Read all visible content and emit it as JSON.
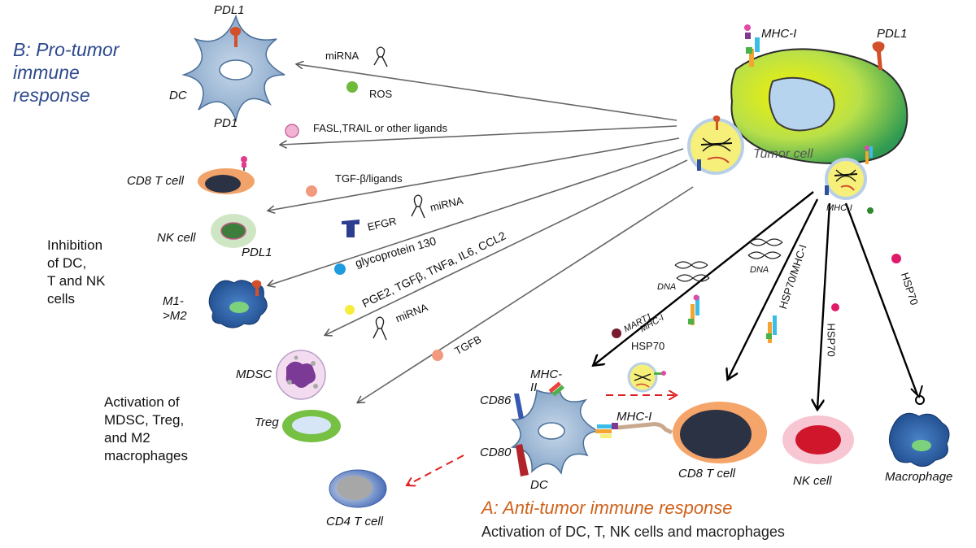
{
  "section_b": {
    "line1": "B: Pro-tumor",
    "line2": "immune",
    "line3": "response"
  },
  "section_a": {
    "title": "A: Anti-tumor immune response",
    "subtitle": "Activation of DC, T, NK cells and macrophages"
  },
  "side_text": {
    "inhibition": [
      "Inhibition",
      "of DC,",
      "T and NK",
      "cells"
    ],
    "activation": [
      "Activation of",
      "MDSC, Treg,",
      "and M2",
      "macrophages"
    ]
  },
  "cells": {
    "dc_top": "DC",
    "pdl1_top": "PDL1",
    "pd1": "PD1",
    "cd8_left": "CD8 T cell",
    "nk_left": "NK cell",
    "pdl1_nk": "PDL1",
    "m1m2_a": "M1-",
    "m1m2_b": ">M2",
    "mdsc": "MDSC",
    "treg": "Treg",
    "cd4": "CD4 T cell",
    "tumor": "Tumor cell",
    "mhc_tumor": "MHC-I",
    "pdl1_tumor": "PDL1",
    "mhc_exo": "MHC-I",
    "cd86": "CD86",
    "cd80": "CD80",
    "dc_bottom": "DC",
    "mhc2_a": "MHC-",
    "mhc2_b": "II",
    "mhc_dc": "MHC-I",
    "cd8_right": "CD8 T cell",
    "nk_right": "NK cell",
    "macrophage": "Macrophage"
  },
  "molecules": {
    "mirna1": "miRNA",
    "ros": "ROS",
    "fasl": "FASL,TRAIL or other  ligands",
    "tgfb_lig": "TGF-β/ligands",
    "efgr": "EFGR",
    "mirna2": "miRNA",
    "gp130": "glycoprotein 130",
    "pge2": "PGE2, TGFβ, TNFa, IL6, CCL2",
    "mirna3": "miRNA",
    "tgfb": "TGFB",
    "dna1": "DNA",
    "dna2": "DNA",
    "mart1": "MART1",
    "mhc_arrow": "MHC-I",
    "hsp70_exo": "HSP70",
    "hsp70_mhc": "HSP70/MHC-I",
    "hsp70_nk": "HSP70",
    "hsp70_mac": "HSP70"
  }
}
